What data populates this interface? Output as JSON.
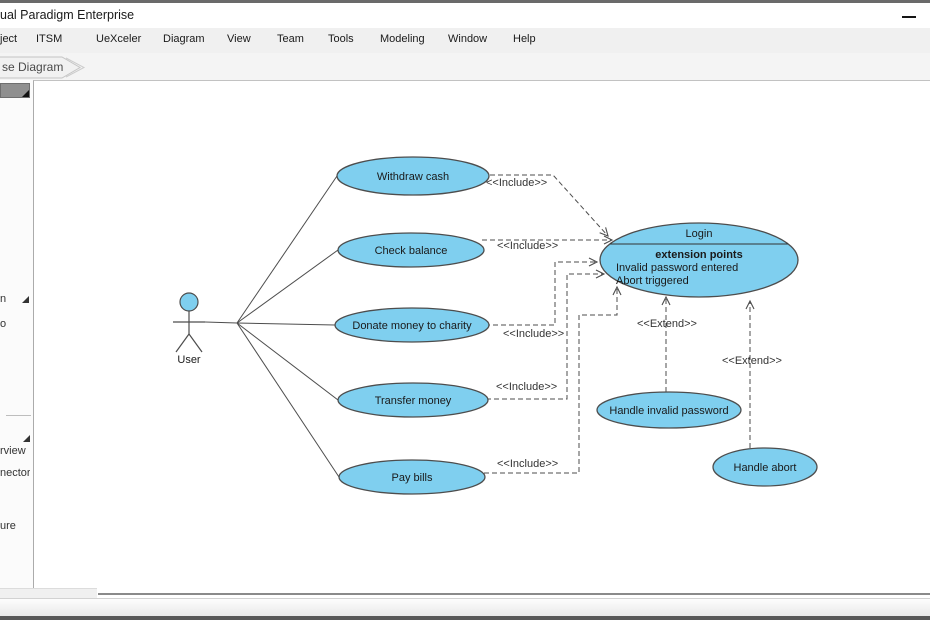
{
  "window": {
    "title": "ual Paradigm Enterprise"
  },
  "menu": {
    "items": [
      "ject",
      "ITSM",
      "UeXceler",
      "Diagram",
      "View",
      "Team",
      "Tools",
      "Modeling",
      "Window",
      "Help"
    ]
  },
  "breadcrumb": {
    "tab": "se Diagram"
  },
  "palette": {
    "fragments": [
      "n",
      "o",
      "rview",
      "nector",
      "ure"
    ]
  },
  "diagram": {
    "actor": {
      "label": "User"
    },
    "use_cases": [
      {
        "label": "Withdraw cash"
      },
      {
        "label": "Check balance"
      },
      {
        "label": "Donate money to charity"
      },
      {
        "label": "Transfer money"
      },
      {
        "label": "Pay bills"
      },
      {
        "label": "Handle invalid password"
      },
      {
        "label": "Handle abort"
      }
    ],
    "login": {
      "title": "Login",
      "extension_header": "extension points",
      "extension_points": [
        "Invalid password entered",
        "Abort triggered"
      ]
    },
    "include_label": "<<Include>>",
    "extend_label": "<<Extend>>",
    "colors": {
      "shape_fill": "#7FCFEF",
      "shape_border": "#4d4d4d"
    }
  }
}
